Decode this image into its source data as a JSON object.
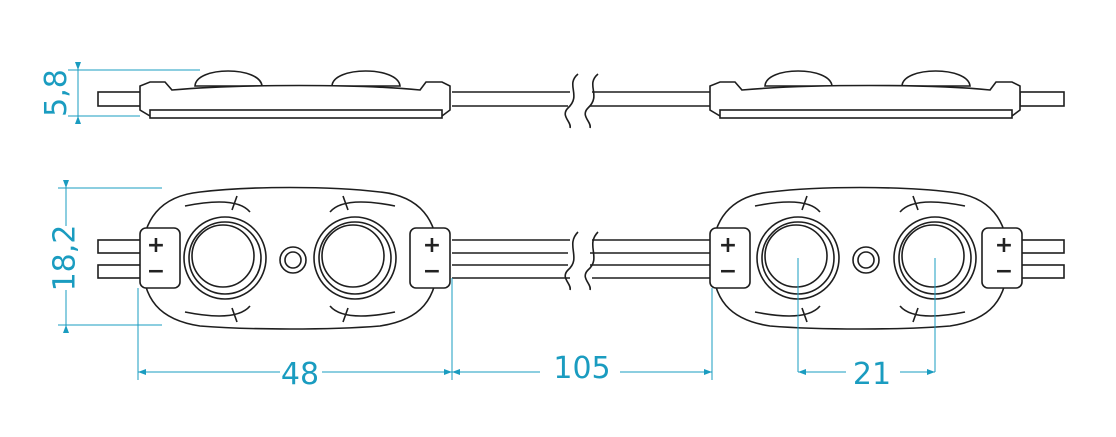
{
  "dimensions": {
    "height_side": "5,8",
    "height_top": "18,2",
    "module_length": "48",
    "spacing": "105",
    "lens_pitch": "21"
  },
  "polarity": {
    "plus": "+",
    "minus": "−"
  },
  "colors": {
    "dimension": "#1a9cc0",
    "outline": "#1e1e1e",
    "background": "#ffffff"
  }
}
